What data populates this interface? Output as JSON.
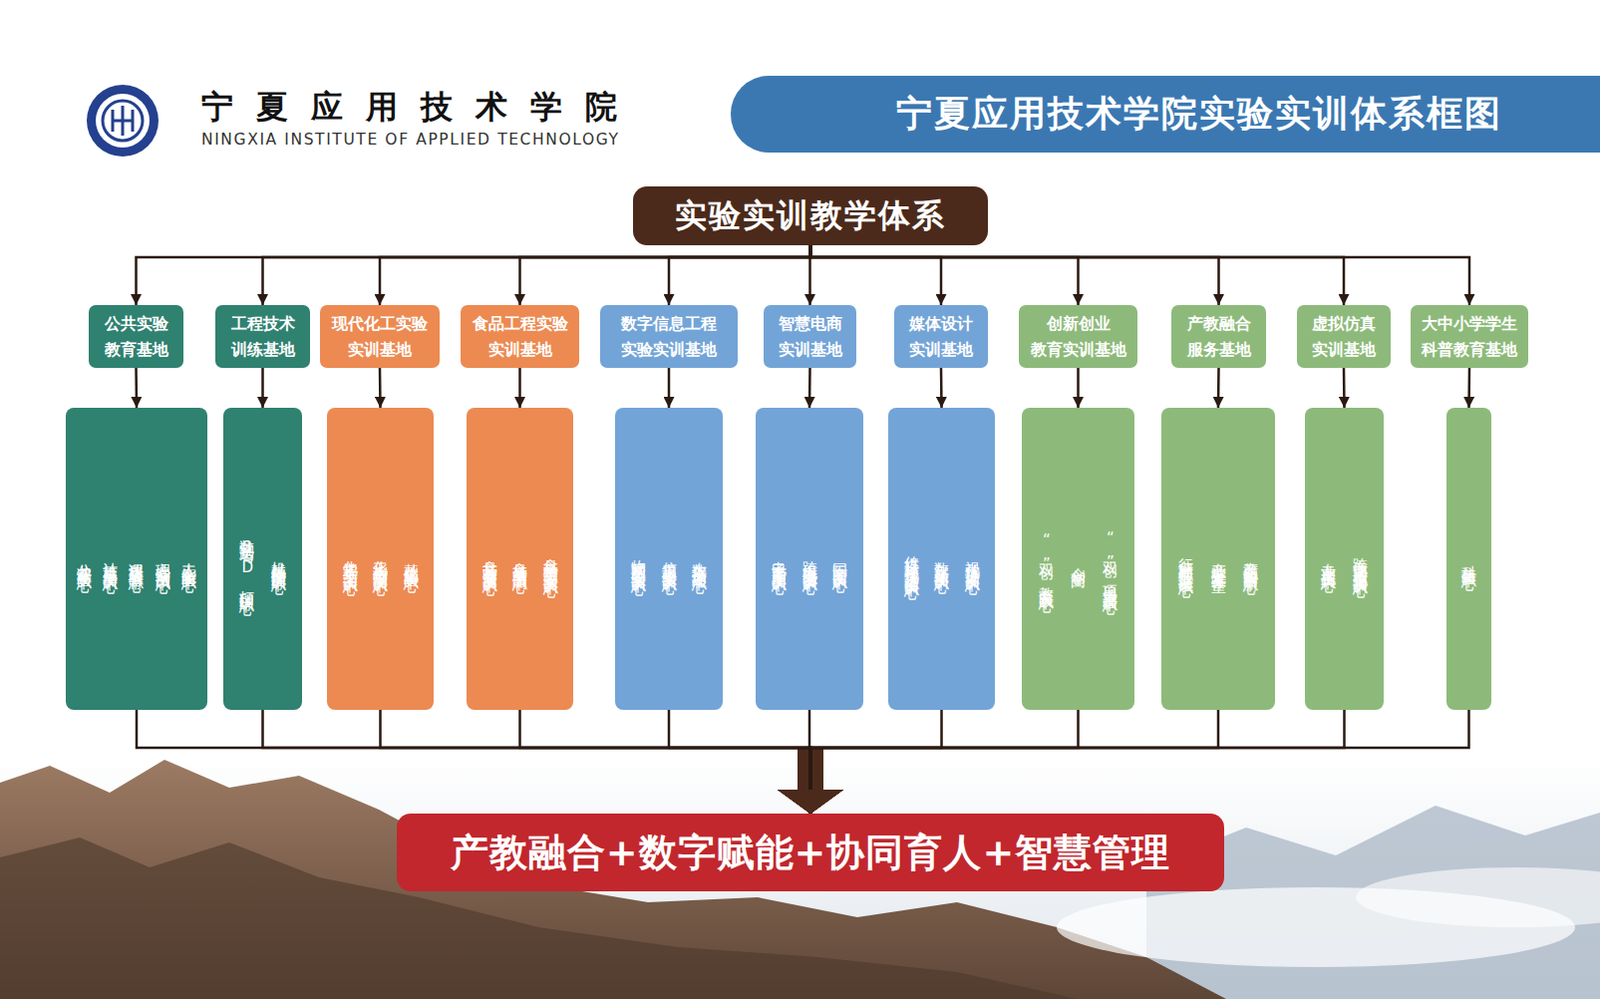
{
  "diagram": {
    "title": "宁夏应用技术学院实验实训体系框图",
    "nodes": [
      {
        "text": [
          "实验实训教学体系"
        ]
      },
      {
        "text": [
          "公共实验 教育基地"
        ]
      },
      {
        "text": [
          "工程技术 训练基地"
        ]
      },
      {
        "text": [
          "现代化工实验 实训基地"
        ]
      },
      {
        "text": [
          "食品工程实验 实训基地"
        ]
      },
      {
        "text": [
          "数字信息工程 实验实训基地"
        ]
      },
      {
        "text": [
          "智慧电商 实训基地"
        ]
      },
      {
        "text": [
          "媒体设计 实训基地"
        ]
      },
      {
        "text": [
          "创新创业 教育实训基地"
        ]
      },
      {
        "text": [
          "产教融合 服务基地"
        ]
      },
      {
        "text": [
          "虚拟仿真 实训基地"
        ]
      },
      {
        "text": [
          "大中小学学生 科普教育基地"
        ]
      },
      {
        "text": [
          "人工智能实验中心",
          "心理咨询与测试中心",
          "课程思政教育中心",
          "计算机应用实训中心",
          "公共课程实验中心"
        ]
      },
      {
        "text": [
          "机械基础技能训练中心",
          "数字制造与3D打印训练中心"
        ]
      },
      {
        "text": [
          "基础化工实验中心",
          "化工检测与控制实训中心",
          "化学工程与工艺实训中心"
        ]
      },
      {
        "text": [
          "食品科学与工程实验实训中心",
          "食品质量与监测中心",
          "食品营养与健康实训中心"
        ]
      },
      {
        "text": [
          "大数据技术处理中心",
          "信息工程实验实训中心",
          "物联网工程实验实训中心"
        ]
      },
      {
        "text": [
          "国际商贸实训中心",
          "跨境电商综合实训中心",
          "电子商务应用实训中心"
        ]
      },
      {
        "text": [
          "视觉传达设计实训中心",
          "数字新媒体实训中心",
          "传媒设计与视觉传达综合实训中心"
        ]
      },
      {
        "text": [
          "“双创”项目竞赛培训中心",
          "众创空间",
          "“双创”教育实践中心"
        ]
      },
      {
        "text": [
          "产教融合协同创新中心",
          "产业学院专家工作室",
          "行业标准与职业认证考试中心"
        ]
      },
      {
        "text": [
          "跨专业协同虚拟仿真实训中心",
          "专业虚拟仿真中心"
        ]
      },
      {
        "text": [
          "科普体验中心"
        ]
      },
      {
        "text": [
          "产教融合+数字赋能+协同育人+智慧管理"
        ]
      }
    ],
    "edges": [
      {
        "from": 0,
        "to": 1,
        "arrow": "to"
      },
      {
        "from": 0,
        "to": 2,
        "arrow": "to"
      },
      {
        "from": 0,
        "to": 3,
        "arrow": "to"
      },
      {
        "from": 0,
        "to": 4,
        "arrow": "to"
      },
      {
        "from": 0,
        "to": 5,
        "arrow": "to"
      },
      {
        "from": 0,
        "to": 6,
        "arrow": "to"
      },
      {
        "from": 0,
        "to": 7,
        "arrow": "to"
      },
      {
        "from": 0,
        "to": 8,
        "arrow": "to"
      },
      {
        "from": 0,
        "to": 9,
        "arrow": "to"
      },
      {
        "from": 0,
        "to": 10,
        "arrow": "to"
      },
      {
        "from": 0,
        "to": 11,
        "arrow": "to"
      },
      {
        "from": 1,
        "to": 12,
        "arrow": "to"
      },
      {
        "from": 2,
        "to": 13,
        "arrow": "to"
      },
      {
        "from": 3,
        "to": 14,
        "arrow": "to"
      },
      {
        "from": 4,
        "to": 15,
        "arrow": "to"
      },
      {
        "from": 5,
        "to": 16,
        "arrow": "to"
      },
      {
        "from": 6,
        "to": 17,
        "arrow": "to"
      },
      {
        "from": 7,
        "to": 18,
        "arrow": "to"
      },
      {
        "from": 8,
        "to": 19,
        "arrow": "to"
      },
      {
        "from": 9,
        "to": 20,
        "arrow": "to"
      },
      {
        "from": 10,
        "to": 21,
        "arrow": "to"
      },
      {
        "from": 11,
        "to": 22,
        "arrow": "to"
      },
      {
        "from": 12,
        "to": 23,
        "arrow": "to"
      },
      {
        "from": 13,
        "to": 23,
        "arrow": "to"
      },
      {
        "from": 14,
        "to": 23,
        "arrow": "to"
      },
      {
        "from": 15,
        "to": 23,
        "arrow": "to"
      },
      {
        "from": 16,
        "to": 23,
        "arrow": "to"
      },
      {
        "from": 17,
        "to": 23,
        "arrow": "to"
      },
      {
        "from": 18,
        "to": 23,
        "arrow": "to"
      },
      {
        "from": 19,
        "to": 23,
        "arrow": "to"
      },
      {
        "from": 20,
        "to": 23,
        "arrow": "to"
      },
      {
        "from": 21,
        "to": 23,
        "arrow": "to"
      },
      {
        "from": 22,
        "to": 23,
        "arrow": "to"
      }
    ],
    "labels": [
      "宁夏应用技术学院",
      "NINGXIA INSTITUTE OF APPLIED TECHNOLOGY"
    ]
  }
}
